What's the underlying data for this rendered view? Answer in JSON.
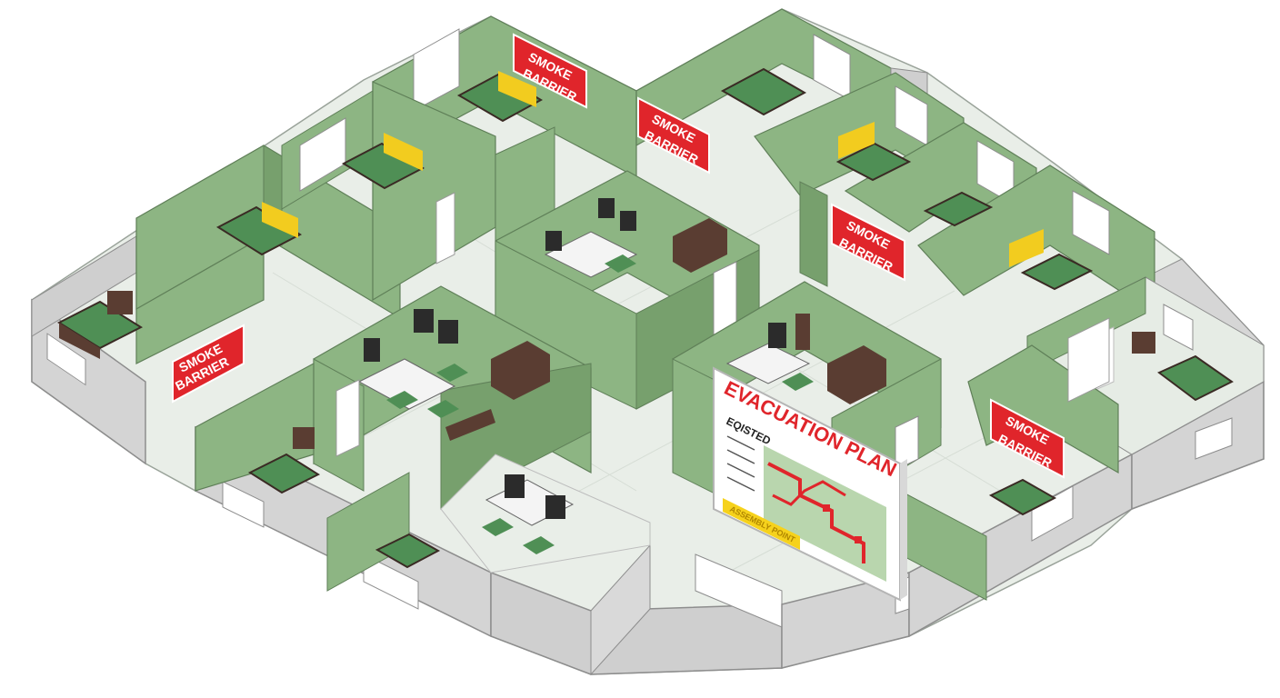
{
  "diagram": {
    "signs": {
      "smoke_barrier_line1": "SMOKE",
      "smoke_barrier_line2": "BARRIER"
    },
    "evacuation_board": {
      "title": "EVACUATION PLAN",
      "legend_heading": "EQISTED",
      "assembly_label": "ASSEMBLY POINT"
    }
  },
  "colors": {
    "wall_green": "#8db583",
    "wall_green_dark": "#77a06d",
    "outer_wall": "#d4d4d4",
    "floor": "#e9eee8",
    "bed_green": "#4f8f55",
    "furniture_brown": "#5a3d32",
    "sign_red": "#e0252b",
    "headboard_yellow": "#f2cc1f",
    "assembly_yellow": "#f6d21c"
  }
}
